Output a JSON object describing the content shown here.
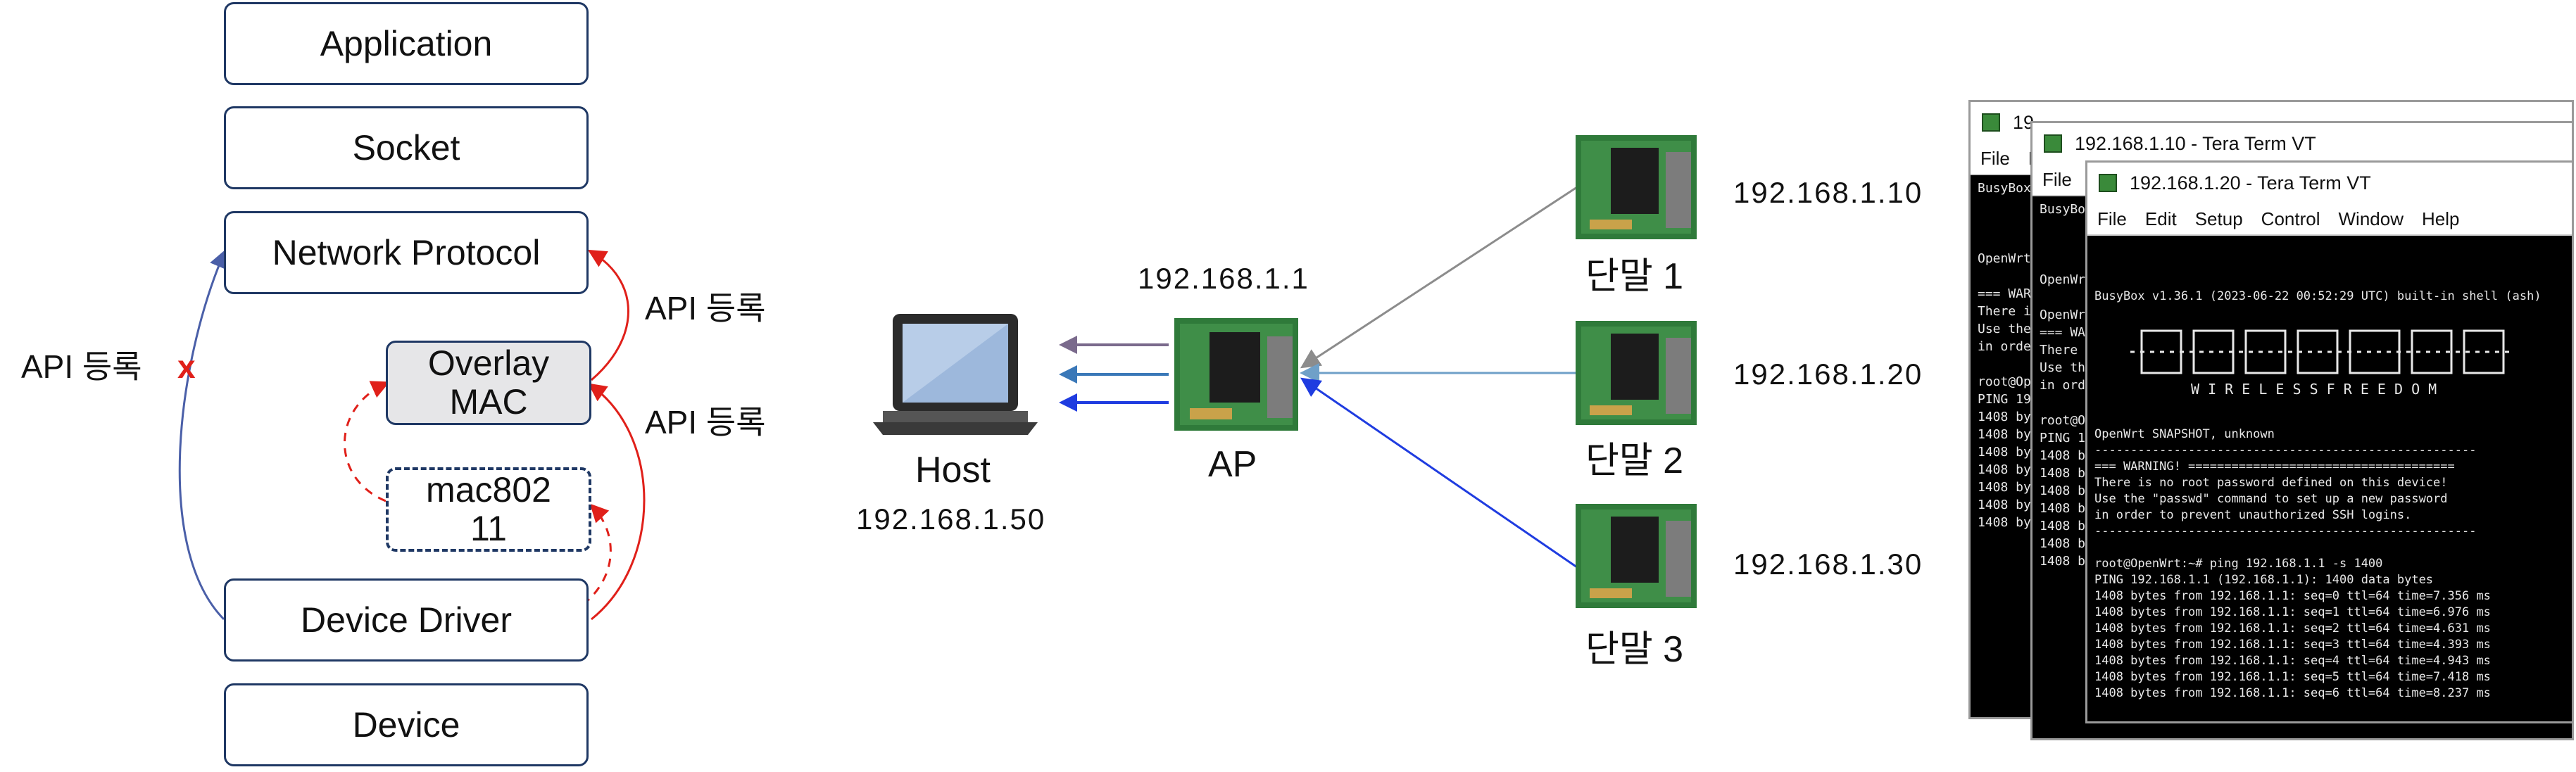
{
  "stack": {
    "application": "Application",
    "socket": "Socket",
    "network_protocol": "Network Protocol",
    "overlay_mac": "Overlay MAC",
    "mac80211": "mac802 11",
    "device_driver": "Device Driver",
    "device": "Device"
  },
  "labels": {
    "api_reg_left": "API 등록",
    "api_reg_x": "x",
    "api_reg_top": "API 등록",
    "api_reg_mid": "API 등록"
  },
  "network": {
    "host_label": "Host",
    "host_ip": "192.168.1.50",
    "ap_label": "AP",
    "ap_ip": "192.168.1.1",
    "terminals": [
      {
        "name": "단말 1",
        "ip": "192.168.1.10"
      },
      {
        "name": "단말 2",
        "ip": "192.168.1.20"
      },
      {
        "name": "단말 3",
        "ip": "192.168.1.30"
      }
    ]
  },
  "colors": {
    "box_border": "#1f3864",
    "red_arrow": "#e0201a",
    "blue_arrow": "#4a5fa8",
    "link_gray": "#8c8c8c",
    "link_lightblue": "#6fa0c8",
    "link_blue": "#1f3ce0"
  },
  "terminals_ui": {
    "back": {
      "title": "19",
      "menu": [
        "File",
        "E"
      ]
    },
    "middle": {
      "title": "192.168.1.10 - Tera Term VT",
      "menu": [
        "File"
      ]
    },
    "front": {
      "title": "192.168.1.20 - Tera Term VT",
      "menu": [
        "File",
        "Edit",
        "Setup",
        "Control",
        "Window",
        "Help"
      ],
      "lines_top": [
        "",
        "BusyBox v1.36.1 (2023-06-22 00:52:29 UTC) built-in shell (ash)"
      ],
      "banner": "W I R E L E S S   F R E E D O M",
      "lines_bottom": [
        "OpenWrt SNAPSHOT, unknown",
        "-----------------------------------------------------",
        "=== WARNING! =====================================",
        "There is no root password defined on this device!",
        "Use the \"passwd\" command to set up a new password",
        "in order to prevent unauthorized SSH logins.",
        "-----------------------------------------------------",
        "",
        "root@OpenWrt:~# ping 192.168.1.1 -s 1400",
        "PING 192.168.1.1 (192.168.1.1): 1400 data bytes",
        "1408 bytes from 192.168.1.1: seq=0 ttl=64 time=7.356 ms",
        "1408 bytes from 192.168.1.1: seq=1 ttl=64 time=6.976 ms",
        "1408 bytes from 192.168.1.1: seq=2 ttl=64 time=4.631 ms",
        "1408 bytes from 192.168.1.1: seq=3 ttl=64 time=4.393 ms",
        "1408 bytes from 192.168.1.1: seq=4 ttl=64 time=4.943 ms",
        "1408 bytes from 192.168.1.1: seq=5 ttl=64 time=7.418 ms",
        "1408 bytes from 192.168.1.1: seq=6 ttl=64 time=8.237 ms"
      ]
    },
    "middle_lines": [
      "BusyBox",
      "",
      "",
      "",
      "OpenWrt",
      "",
      "OpenWrt",
      "=== WARN",
      "There i",
      "Use the",
      "in orde",
      "",
      "root@Op",
      "PING 19",
      "1408 by",
      "1408 by",
      "1408 by",
      "1408 by",
      "1408 by",
      "1408 by",
      "1408 by"
    ],
    "back_lines": [
      "BusyBox",
      "",
      "",
      "",
      "OpenWrt",
      "",
      "=== WARN",
      "There i",
      "Use the",
      "in order",
      "",
      "root@Op",
      "PING 192",
      "1408 byt",
      "1408 byt",
      "1408 byt",
      "1408 byt",
      "1408 byt",
      "1408 byt",
      "1408 byt"
    ]
  }
}
